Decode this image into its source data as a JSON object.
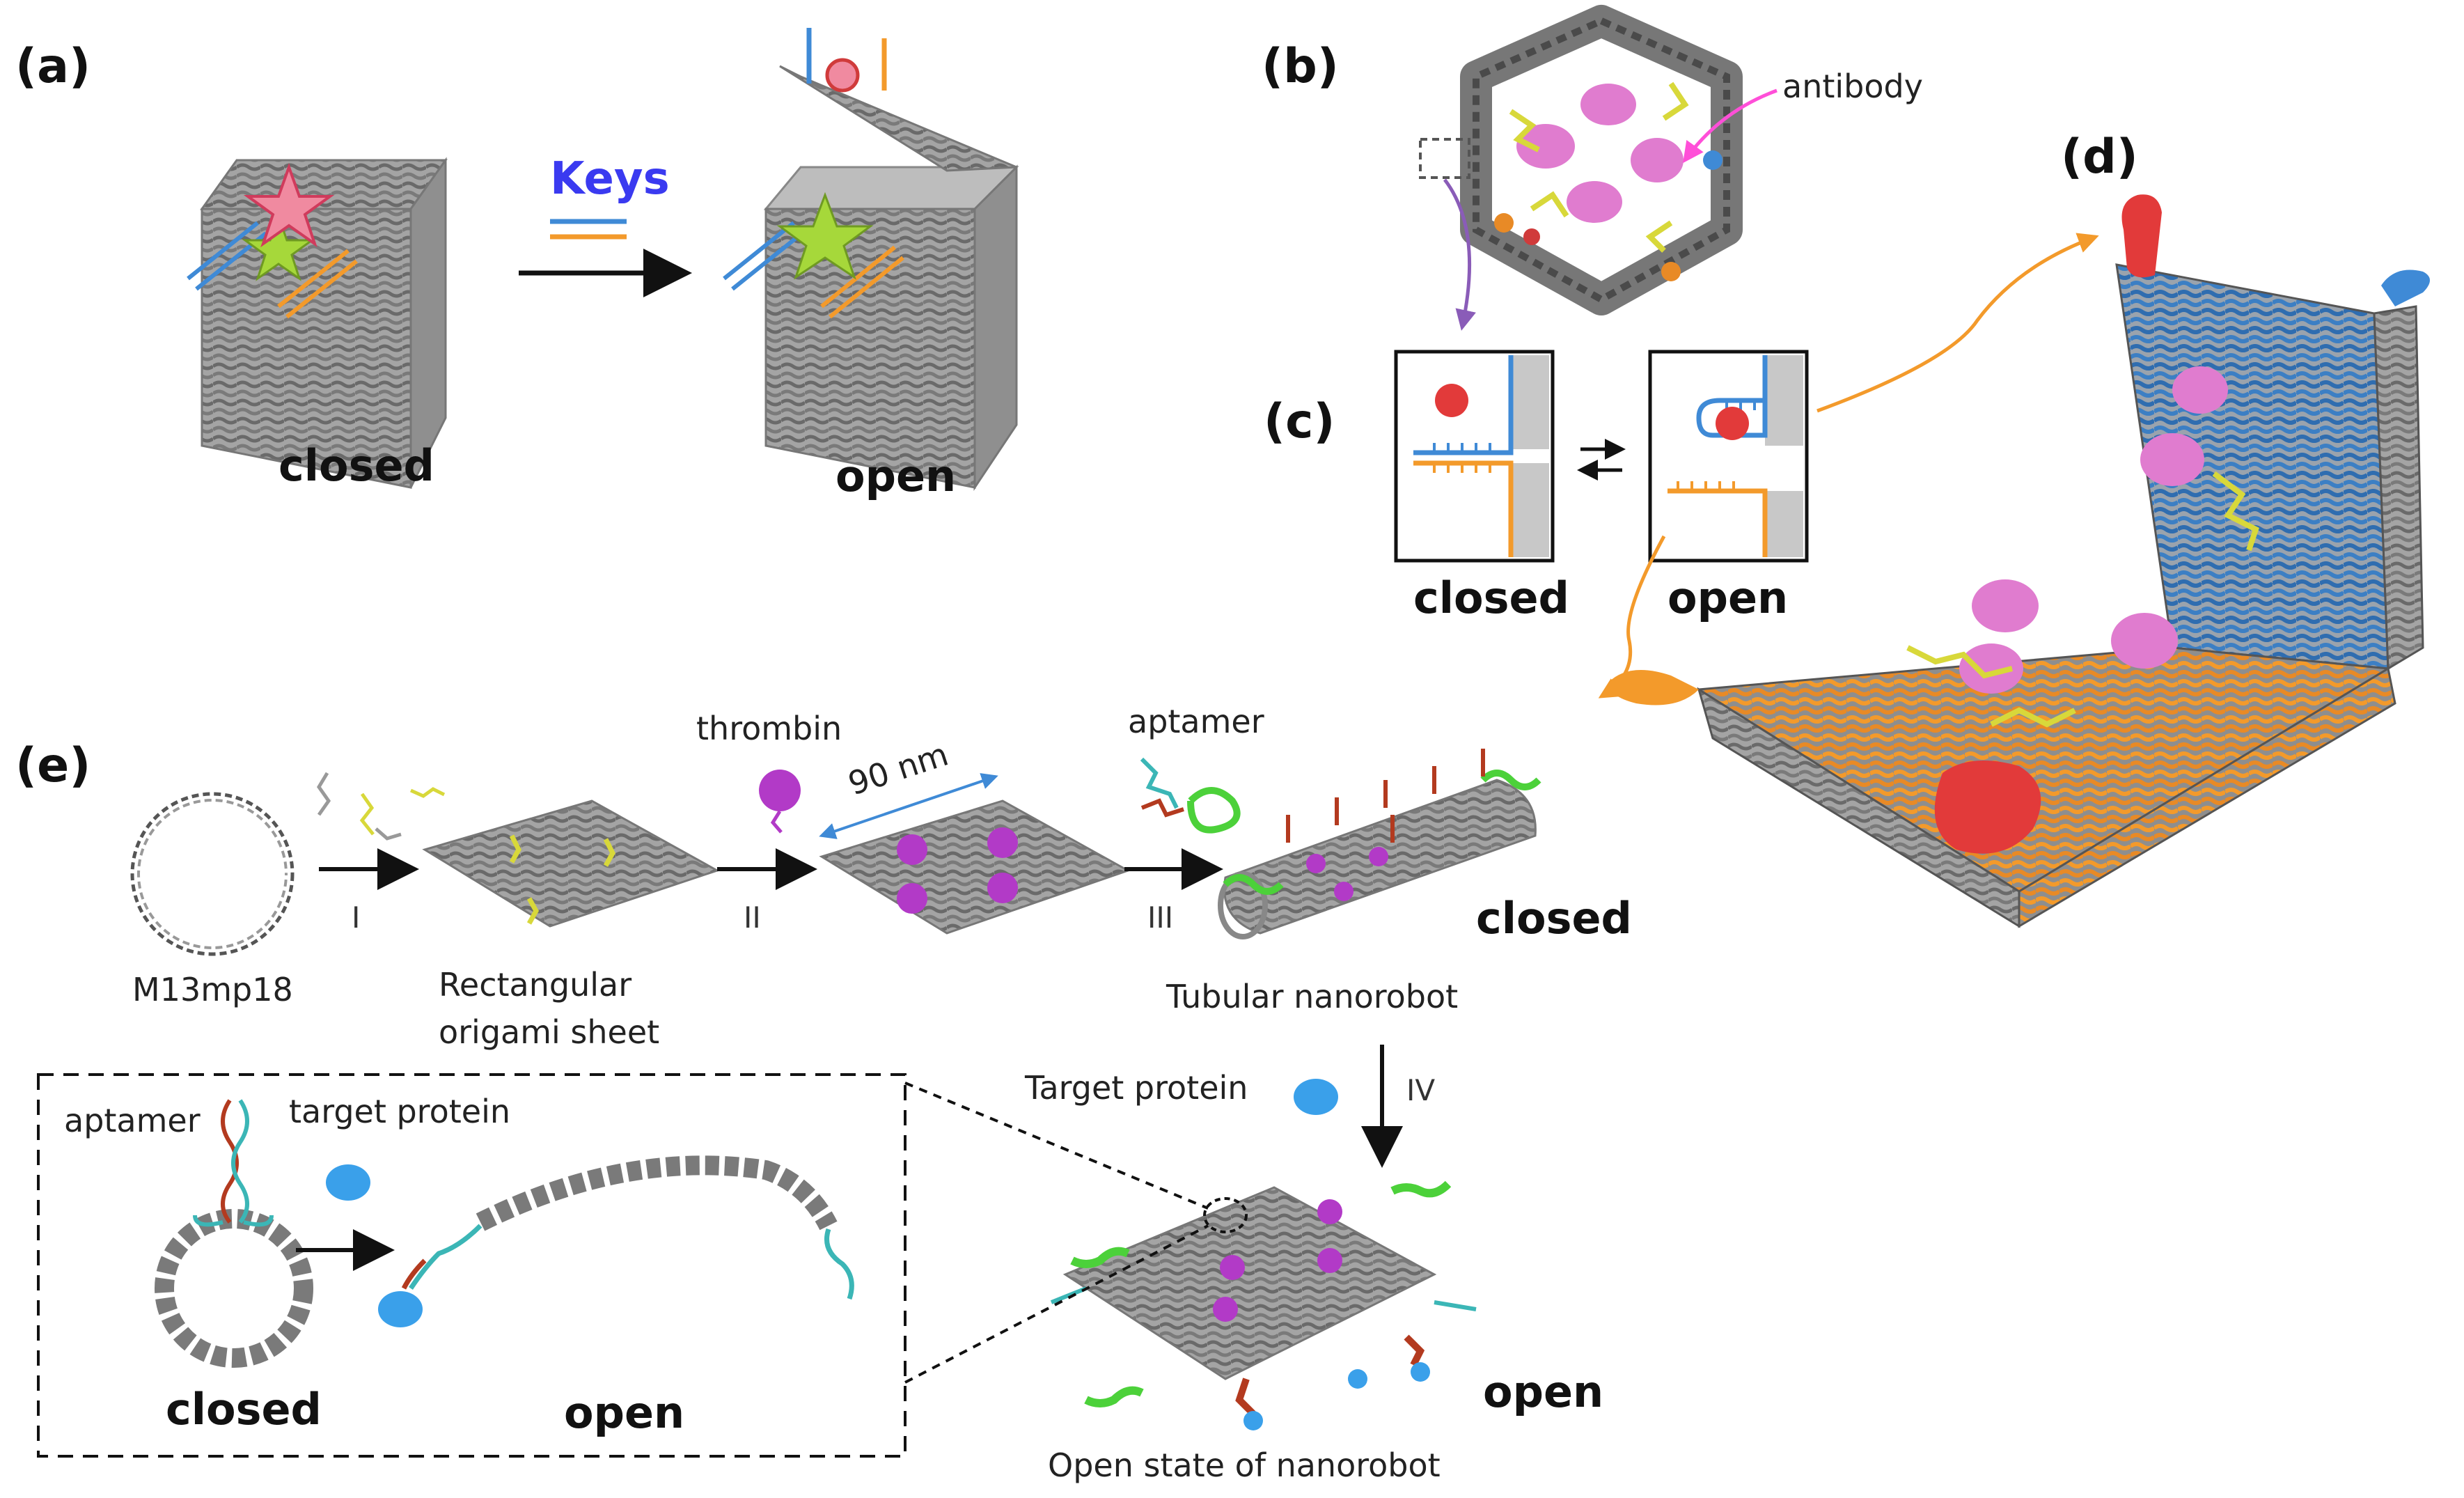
{
  "panels": {
    "a": {
      "letter": "(a)",
      "keys_label": "Keys",
      "closed_label": "closed",
      "open_label": "open"
    },
    "b": {
      "letter": "(b)",
      "antibody_label": "antibody"
    },
    "c": {
      "letter": "(c)",
      "closed_label": "closed",
      "open_label": "open"
    },
    "d": {
      "letter": "(d)"
    },
    "e": {
      "letter": "(e)",
      "thrombin_label": "thrombin",
      "aptamer_label": "aptamer",
      "length_label": "90 nm",
      "m13_label": "M13mp18",
      "sheet_label_line1": "Rectangular",
      "sheet_label_line2": "origami sheet",
      "tube_label": "Tubular nanorobot",
      "closed_label": "closed",
      "step_1": "I",
      "step_2": "II",
      "step_3": "III",
      "step_4": "IV",
      "target_protein_label": "Target protein",
      "open_label": "open",
      "open_state_label": "Open state of nanorobot",
      "inset": {
        "aptamer_label": "aptamer",
        "target_label": "target protein",
        "closed_label": "closed",
        "open_label": "open"
      }
    }
  },
  "colors": {
    "origami_gray": "#9d9d9d",
    "origami_dark": "#6f6f6f",
    "blue_strand": "#3f8ad6",
    "orange_strand": "#f39a2b",
    "star_red": "#f08aa0",
    "star_green": "#a6d83a",
    "antibody": "#e07ccf",
    "payload_yellow": "#d8d83a",
    "thrombin_purple": "#b23ac7",
    "aptamer_teal": "#3bb6b6",
    "aptamer_red": "#b33a1f",
    "target_blue": "#3aa0ea",
    "red_marker": "#e23a3a",
    "keys_blue": "#3a3af0",
    "pink_arrow": "#ff4fd8",
    "purple_arrow": "#8a5cb8"
  }
}
